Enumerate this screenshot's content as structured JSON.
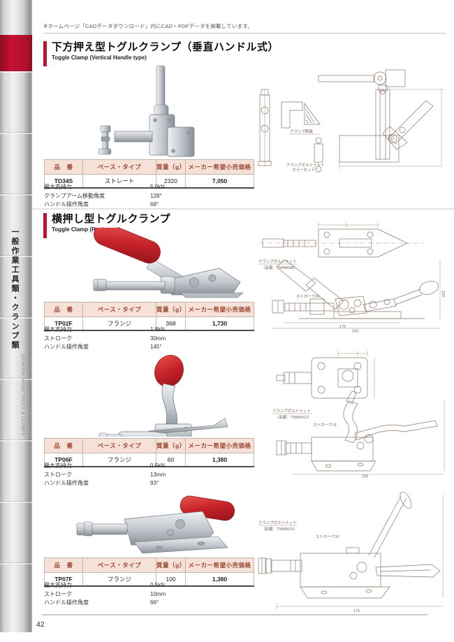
{
  "page": {
    "top_note": "※ホームページ「CADデータダウンロード」内にCAD・PDFデータを掲載しています。",
    "number": "42"
  },
  "sidebar": {
    "jp": "一般作業工具類・クランプ類",
    "en": "GENERAL HAND TOOLS & CLAMPS"
  },
  "colors": {
    "accent": "#bf1230",
    "table_header_bg": "#f5e1d7",
    "table_header_text": "#9c4633",
    "handle_red": "#c6222a"
  },
  "table_headers": {
    "part": "品　番",
    "base": "ベース・タイプ",
    "weight": "質量（g）",
    "price": "メーカー希望小売価格"
  },
  "sections": [
    {
      "title": "下方押え型トグルクランプ（垂直ハンドル式）",
      "subtitle": "Toggle Clamp (Vertical Handle type)",
      "products": [
        {
          "part": "TD34S",
          "base": "ストレート",
          "weight": "2320",
          "price": "7,050",
          "specs": [
            [
              "最大支持力",
              "5.0kN"
            ],
            [
              "クランプアーム移動角度",
              "128°"
            ],
            [
              "ハンドル操作角度",
              "68°"
            ]
          ]
        }
      ]
    },
    {
      "title": "横押し型トグルクランプ",
      "subtitle": "Toggle Clamp (Push type)",
      "products": [
        {
          "part": "TP02F",
          "base": "フランジ",
          "weight": "368",
          "price": "1,730",
          "specs": [
            [
              "最大支持力",
              "1.8kN"
            ],
            [
              "ストローク",
              "30mm"
            ],
            [
              "ハンドル操作角度",
              "145°"
            ]
          ]
        },
        {
          "part": "TP06F",
          "base": "フランジ",
          "weight": "60",
          "price": "1,380",
          "specs": [
            [
              "最大支持力",
              "0.5kN"
            ],
            [
              "ストローク",
              "13mm"
            ],
            [
              "ハンドル操作角度",
              "93°"
            ]
          ]
        },
        {
          "part": "TP07F",
          "base": "フランジ",
          "weight": "100",
          "price": "1,380",
          "specs": [
            [
              "最大支持力",
              "0.5kN"
            ],
            [
              "ストローク",
              "10mm"
            ],
            [
              "ハンドル操作角度",
              "66°"
            ]
          ]
        }
      ]
    }
  ],
  "drawings": {
    "d1": {
      "section_label": "クランプ断面",
      "bolt_label": "クランプボルトナット",
      "bolt_label2": "カラーセット"
    },
    "d2": {
      "bolt_label": "クランプボルトナット",
      "bolt_part": "（品番：TNM0608）",
      "stroke_label": "ストローク30",
      "dim_total": "243",
      "dim_mid": "176",
      "dim_height": "100"
    },
    "d3": {
      "bolt_label": "クランプボルトナット",
      "bolt_part": "（品番：TNM0412）",
      "stroke_label": "ストローク13",
      "dim_total": "105"
    },
    "d4": {
      "bolt_label": "クランプボルトナット",
      "bolt_part": "（品番：TNM0615）",
      "stroke_label": "ストローク10",
      "dim_total": "175"
    }
  }
}
